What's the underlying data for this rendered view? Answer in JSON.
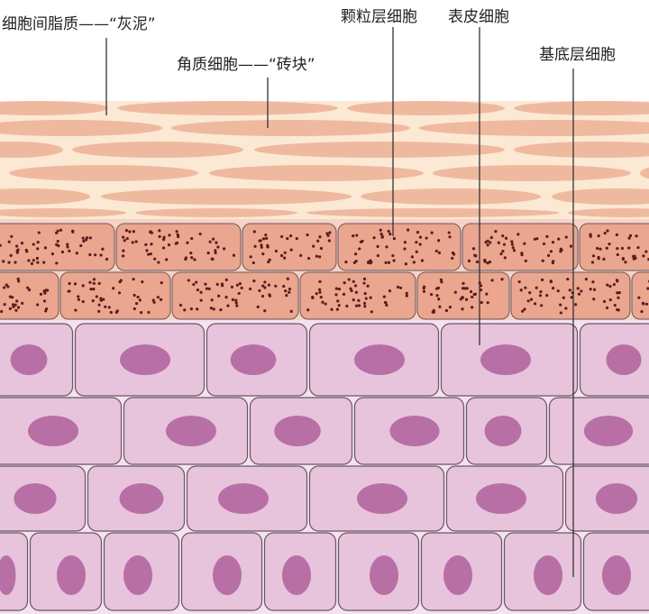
{
  "labels": {
    "intercellular_lipid": "细胞间脂质——“灰泥”",
    "corneocyte": "角质细胞——“砖块”",
    "granular_cell": "颗粒层细胞",
    "epidermal_cell": "表皮细胞",
    "basal_cell": "基底层细胞"
  },
  "colors": {
    "lipid_background": "#fbe9d3",
    "corneocyte_fill": "#efb9a0",
    "granular_fill": "#eaa68f",
    "granular_dot": "#5c1c1c",
    "cell_fill": "#e8c3dc",
    "nucleus_fill": "#b86fa6",
    "outline": "#6b5662",
    "pointer_line": "#333333"
  }
}
